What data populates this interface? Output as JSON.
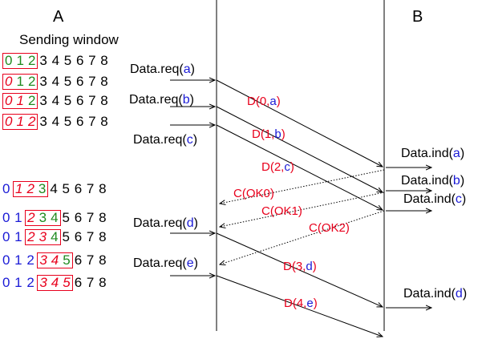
{
  "labels": {
    "a": "A",
    "b": "B",
    "sending_window": "Sending window"
  },
  "requests": [
    {
      "prefix": "Data.req(",
      "arg": "a",
      "suffix": ")"
    },
    {
      "prefix": "Data.req(",
      "arg": "b",
      "suffix": ")"
    },
    {
      "prefix": "Data.req(",
      "arg": "c",
      "suffix": ")"
    },
    {
      "prefix": "Data.req(",
      "arg": "d",
      "suffix": ")"
    },
    {
      "prefix": "Data.req(",
      "arg": "e",
      "suffix": ")"
    }
  ],
  "indications": [
    {
      "prefix": "Data.ind(",
      "arg": "a",
      "suffix": ")"
    },
    {
      "prefix": "Data.ind(",
      "arg": "b",
      "suffix": ")"
    },
    {
      "prefix": "Data.ind(",
      "arg": "c",
      "suffix": ")"
    },
    {
      "prefix": "Data.ind(",
      "arg": "d",
      "suffix": ")"
    }
  ],
  "messages": [
    {
      "prefix": "D(",
      "seq": "0",
      "sep": ",",
      "arg": "a",
      "suffix": ")"
    },
    {
      "prefix": "D(",
      "seq": "1",
      "sep": ",",
      "arg": "b",
      "suffix": ")"
    },
    {
      "prefix": "D(",
      "seq": "2",
      "sep": ",",
      "arg": "c",
      "suffix": ")"
    },
    {
      "prefix": "D(",
      "seq": "3",
      "sep": ",",
      "arg": "d",
      "suffix": ")"
    },
    {
      "prefix": "D(",
      "seq": "4",
      "sep": ",",
      "arg": "e",
      "suffix": ")"
    }
  ],
  "acks": [
    "C(OK0)",
    "C(OK1)",
    "C(OK2)"
  ],
  "window_rows": [
    {
      "before": "",
      "win": [
        {
          "t": "0",
          "c": "green"
        },
        {
          "t": "1",
          "c": "green"
        },
        {
          "t": "2",
          "c": "green"
        }
      ],
      "after": "3 4 5 6 7 8"
    },
    {
      "before": "",
      "win": [
        {
          "t": "0",
          "c": "red-i"
        },
        {
          "t": "1",
          "c": "green"
        },
        {
          "t": "2",
          "c": "green"
        }
      ],
      "after": "3 4 5 6 7 8"
    },
    {
      "before": "",
      "win": [
        {
          "t": "0",
          "c": "red-i"
        },
        {
          "t": "1",
          "c": "red-i"
        },
        {
          "t": "2",
          "c": "green"
        }
      ],
      "after": "3 4 5 6 7 8"
    },
    {
      "before": "",
      "win": [
        {
          "t": "0",
          "c": "red-i"
        },
        {
          "t": "1",
          "c": "red-i"
        },
        {
          "t": "2",
          "c": "red-i"
        }
      ],
      "after": "3 4 5 6 7 8"
    },
    {
      "before": "0",
      "win": [
        {
          "t": "1",
          "c": "red-i"
        },
        {
          "t": "2",
          "c": "red-i"
        },
        {
          "t": "3",
          "c": "green"
        }
      ],
      "after": "4 5 6 7 8"
    },
    {
      "before": "0 1",
      "win": [
        {
          "t": "2",
          "c": "red-i"
        },
        {
          "t": "3",
          "c": "green"
        },
        {
          "t": "4",
          "c": "green"
        }
      ],
      "after": "5 6 7 8"
    },
    {
      "before": "0 1",
      "win": [
        {
          "t": "2",
          "c": "red-i"
        },
        {
          "t": "3",
          "c": "red-i"
        },
        {
          "t": "4",
          "c": "green"
        }
      ],
      "after": "5 6 7 8"
    },
    {
      "before": "0 1 2",
      "win": [
        {
          "t": "3",
          "c": "red-i"
        },
        {
          "t": "4",
          "c": "red-i"
        },
        {
          "t": "5",
          "c": "green"
        }
      ],
      "after": "6 7 8"
    },
    {
      "before": "0 1 2",
      "win": [
        {
          "t": "3",
          "c": "red-i"
        },
        {
          "t": "4",
          "c": "red-i"
        },
        {
          "t": "5",
          "c": "red-i"
        }
      ],
      "after": "6 7 8"
    }
  ]
}
